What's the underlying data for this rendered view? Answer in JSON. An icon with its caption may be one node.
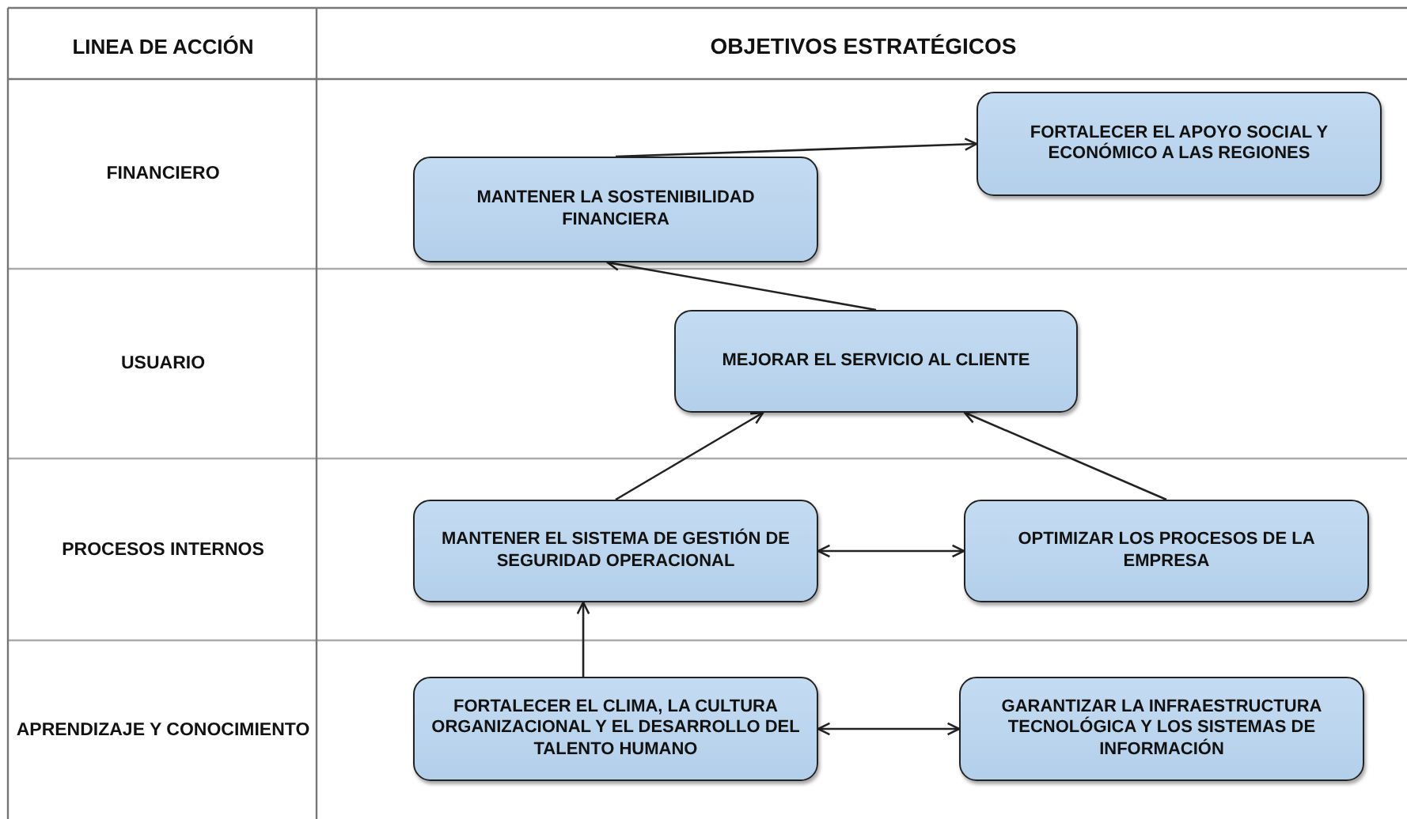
{
  "diagram": {
    "nodes": [
      {
        "text": [
          "FORTALECER EL APOYO SOCIAL Y ECONÓMICO A LAS REGIONES"
        ]
      },
      {
        "text": [
          "MANTENER LA SOSTENIBILIDAD FINANCIERA"
        ]
      },
      {
        "text": [
          "MEJORAR EL SERVICIO AL CLIENTE"
        ]
      },
      {
        "text": [
          "MANTENER EL SISTEMA DE GESTIÓN DE SEGURIDAD OPERACIONAL"
        ]
      },
      {
        "text": [
          "OPTIMIZAR LOS PROCESOS DE LA EMPRESA"
        ]
      },
      {
        "text": [
          "FORTALECER EL CLIMA, LA CULTURA ORGANIZACIONAL Y EL DESARROLLO DEL TALENTO HUMANO"
        ]
      },
      {
        "text": [
          "GARANTIZAR LA INFRAESTRUCTURA TECNOLÓGICA Y LOS SISTEMAS DE INFORMACIÓN"
        ]
      }
    ],
    "edges": [
      {
        "from": 1,
        "to": 0,
        "arrow": "to"
      },
      {
        "from": 2,
        "to": 1,
        "arrow": "to"
      },
      {
        "from": 3,
        "to": 2,
        "arrow": "to"
      },
      {
        "from": 4,
        "to": 2,
        "arrow": "to"
      },
      {
        "from": 3,
        "to": 4,
        "arrow": "both"
      },
      {
        "from": 5,
        "to": 3,
        "arrow": "to"
      },
      {
        "from": 5,
        "to": 6,
        "arrow": "both"
      }
    ],
    "labels": [
      "LINEA DE ACCIÓN",
      "OBJETIVOS ESTRATÉGICOS",
      "FINANCIERO",
      "USUARIO",
      "PROCESOS INTERNOS",
      "APRENDIZAJE Y CONOCIMIENTO"
    ]
  }
}
